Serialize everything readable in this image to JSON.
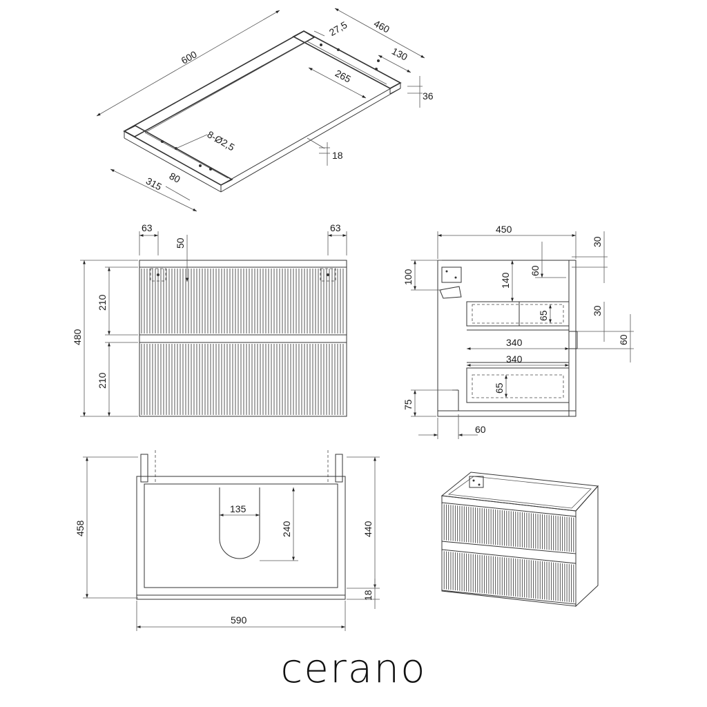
{
  "brand": "cerano",
  "top_view": {
    "width": "600",
    "depth": "460",
    "rail_offset": "27,5",
    "rail_width": "130",
    "hole_span": "265",
    "rail_height": "36",
    "board_thickness": "18",
    "holes": "8-Ø2,5",
    "left_offset": "315",
    "left_rail": "80"
  },
  "front_view": {
    "left_inset": "63",
    "right_inset": "63",
    "bracket_drop": "50",
    "total_height": "480",
    "drawer_top": "210",
    "drawer_bottom": "210"
  },
  "side_view": {
    "depth": "450",
    "top_gap": "30",
    "bracket_height": "100",
    "drawer_offset": "140",
    "rail_gap": "60",
    "inner_height_upper": "65",
    "shelf_gap": "30",
    "side_gap": "60",
    "drawer_depth_upper": "340",
    "drawer_depth_lower": "340",
    "inner_height_lower": "65",
    "plinth_height": "75",
    "plinth_depth": "60"
  },
  "plan_view": {
    "total_depth": "458",
    "cutout_width": "135",
    "cutout_depth": "240",
    "inner_depth": "440",
    "bottom_thickness": "18",
    "width": "590"
  }
}
